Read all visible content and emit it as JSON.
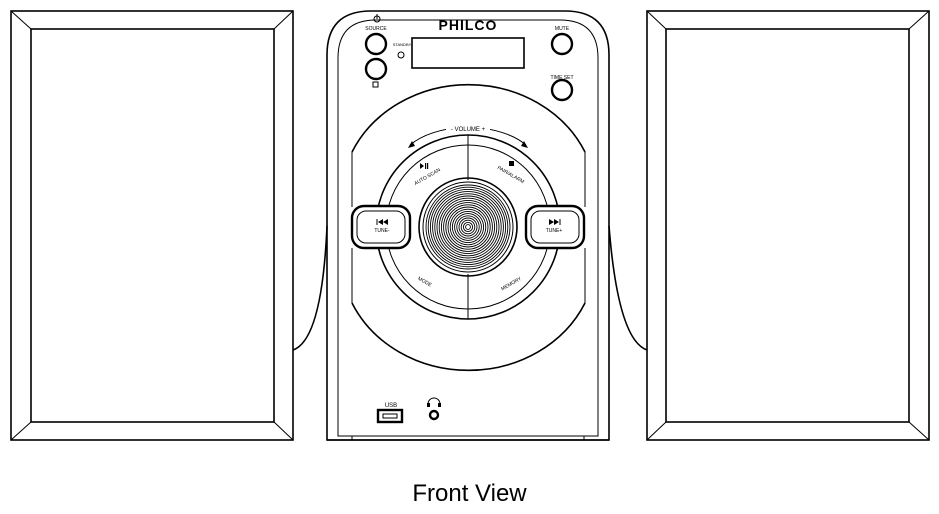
{
  "brand": "PHILCO",
  "caption": "Front View",
  "labels": {
    "source": "SOURCE",
    "standby": "STANDBY",
    "mute": "MUTE",
    "time_set": "TIME SET",
    "volume": "- VOLUME +",
    "auto_scan": "AUTO SCAN",
    "pair_alarm": "PAIR/ALARM",
    "tune_minus": "TUNE-",
    "tune_plus": "TUNE+",
    "mode": "MODE",
    "memory": "MEMORY",
    "usb": "USB"
  },
  "icons": {
    "power": "power-icon",
    "play_pause": "play-pause-icon",
    "stop": "stop-icon",
    "prev": "skip-previous-icon",
    "next": "skip-next-icon",
    "headphone": "headphone-jack-icon",
    "remote_sensor": "ir-sensor-icon"
  }
}
